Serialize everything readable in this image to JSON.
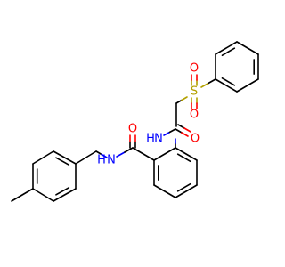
{
  "molecule": {
    "atom_labels": {
      "carbonyl_oxygen_amide": "O",
      "amide_nitrogen": "N",
      "amide_hydrogen": "H",
      "anilide_nitrogen": "N",
      "anilide_hydrogen": "H",
      "carbonyl_oxygen_acetyl": "O",
      "sulfonyl_sulfur": "S",
      "sulfonyl_oxygen_top": "O",
      "sulfonyl_oxygen_bottom": "O"
    },
    "colors": {
      "bond": "#000000",
      "oxygen": "#ff0000",
      "nitrogen": "#0000ff",
      "sulfur": "#b3a100"
    }
  }
}
